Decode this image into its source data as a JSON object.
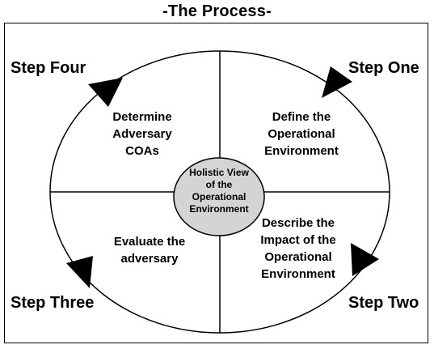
{
  "title": "-The Process-",
  "steps": {
    "one": "Step One",
    "two": "Step Two",
    "three": "Step Three",
    "four": "Step Four"
  },
  "quadrants": {
    "top_left": "Determine\nAdversary\nCOAs",
    "top_right": "Define the\nOperational\nEnvironment",
    "bottom_right": "Describe the\nImpact of the\nOperational\nEnvironment",
    "bottom_left": "Evaluate the\nadversary"
  },
  "center": "Holistic View\nof the\nOperational\nEnvironment",
  "colors": {
    "center_fill": "#d4d4d4",
    "line": "#000000"
  }
}
